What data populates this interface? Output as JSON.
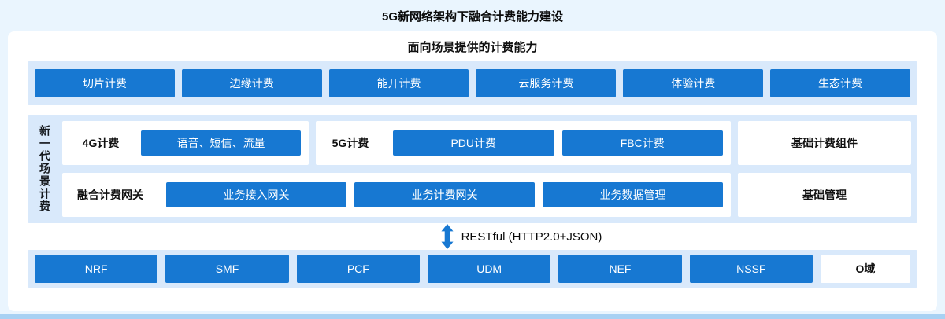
{
  "page": {
    "title": "5G新网络架构下融合计费能力建设"
  },
  "capabilities": {
    "header": "面向场景提供的计费能力",
    "items": [
      "切片计费",
      "边缘计费",
      "能开计费",
      "云服务计费",
      "体验计费",
      "生态计费"
    ]
  },
  "scene": {
    "side_label": "新一代场景计费",
    "group_4g": {
      "label": "4G计费",
      "items": [
        "语音、短信、流量"
      ]
    },
    "group_5g": {
      "label": "5G计费",
      "items": [
        "PDU计费",
        "FBC计费"
      ]
    },
    "base_component": "基础计费组件",
    "gateway": {
      "label": "融合计费网关",
      "items": [
        "业务接入网关",
        "业务计费网关",
        "业务数据管理"
      ]
    },
    "base_mgmt": "基础管理"
  },
  "connector": {
    "label": "RESTful (HTTP2.0+JSON)"
  },
  "network": {
    "items": [
      "NRF",
      "SMF",
      "PCF",
      "UDM",
      "NEF",
      "NSSF"
    ],
    "domain": "O域"
  },
  "colors": {
    "accent": "#1778d2",
    "band": "#d9e9fb",
    "background": "#eaf5fe",
    "panel": "#ffffff"
  }
}
